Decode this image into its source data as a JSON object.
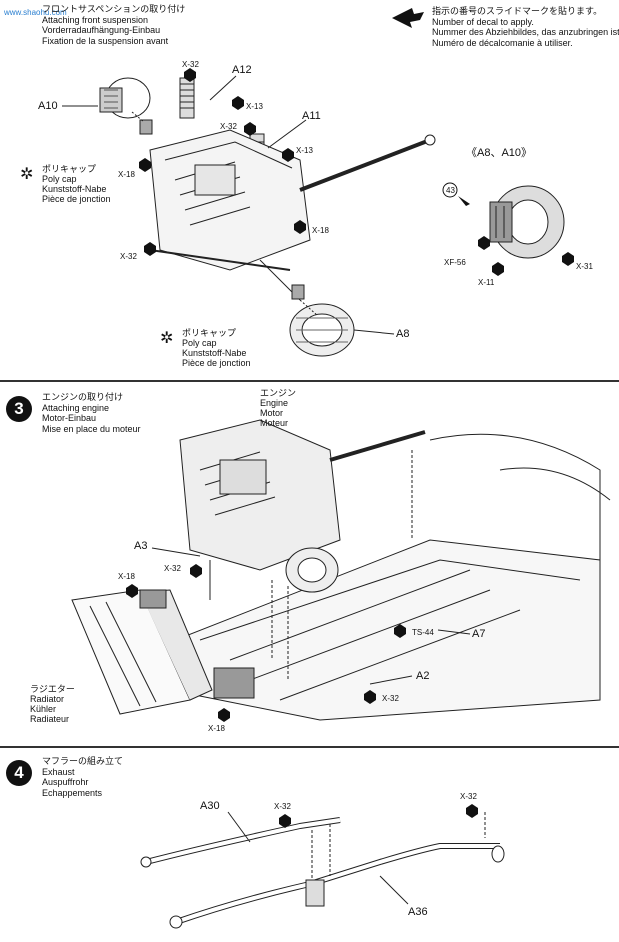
{
  "watermark": "www.shaohu.com",
  "step2": {
    "title_jp": "フロントサスペンションの取り付け",
    "title_en": "Attaching front suspension",
    "title_de": "Vorderradaufhängung-Einbau",
    "title_fr": "Fixation de la suspension avant",
    "decal_note_jp": "指示の番号のスライドマークを貼ります。",
    "decal_note_en": "Number of decal to apply.",
    "decal_note_de": "Nummer des Abziehbildes, das anzubringen ist.",
    "decal_note_fr": "Numéro de décalcomanie à utiliser.",
    "part_labels": [
      "A12",
      "A10",
      "A11",
      "A8"
    ],
    "screws": [
      "X-32",
      "X-13",
      "X-32",
      "X-13",
      "X-18",
      "X-18",
      "X-32"
    ],
    "polycap_1": [
      "ポリキャップ",
      "Poly cap",
      "Kunststoff-Nabe",
      "Pièce de jonction"
    ],
    "polycap_2": [
      "ポリキャップ",
      "Poly cap",
      "Kunststoff-Nabe",
      "Pièce de jonction"
    ],
    "inset_title": "《A8、A10》",
    "inset_decal": "43",
    "inset_screws": [
      "XF-56",
      "X-11",
      "X-31"
    ]
  },
  "step3": {
    "number": "3",
    "title_jp": "エンジンの取り付け",
    "title_en": "Attaching engine",
    "title_de": "Motor-Einbau",
    "title_fr": "Mise en place du moteur",
    "engine_label": [
      "エンジン",
      "Engine",
      "Motor",
      "Moteur"
    ],
    "part_labels": [
      "A3",
      "A7",
      "A2"
    ],
    "screws": [
      "X-32",
      "X-18",
      "TS-44",
      "X-32",
      "X-18"
    ],
    "radiator_label": [
      "ラジエター",
      "Radiator",
      "Kühler",
      "Radiateur"
    ]
  },
  "step4": {
    "number": "4",
    "title_jp": "マフラーの組み立て",
    "title_en": "Exhaust",
    "title_de": "Auspuffrohr",
    "title_fr": "Echappements",
    "part_labels": [
      "A30",
      "A36"
    ],
    "screws": [
      "X-32",
      "X-32"
    ]
  }
}
